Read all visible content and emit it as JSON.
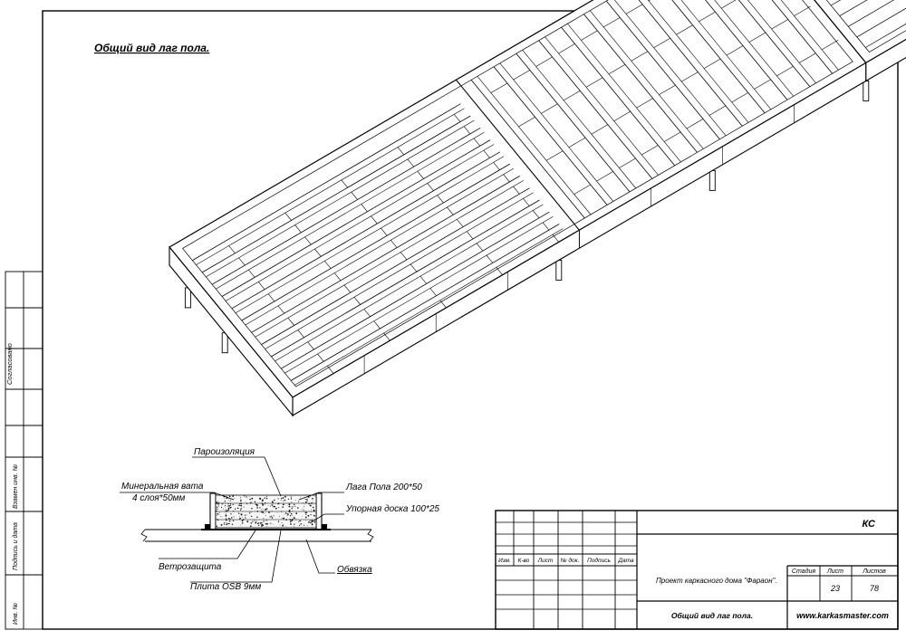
{
  "sheet_title": "Общий вид лаг пола.",
  "detail": {
    "vapor_barrier": "Пароизоляция",
    "mineral_wool": "Минеральная вата",
    "mineral_wool_layers": "4 слоя*50мм",
    "floor_joist": "Лага Пола 200*50",
    "support_board": "Упорная доска 100*25",
    "wind_barrier": "Ветрозащита",
    "osb_board": "Плита OSB 9мм",
    "sill_beam": "Обвязка"
  },
  "side_stamp": {
    "agreed": "Согласовано",
    "replaced_inv": "Взамен инв. №",
    "sign_date": "Подпись и дата",
    "inv_orig": "Инв. №"
  },
  "title_block": {
    "code": "КС",
    "col_izm": "Изм.",
    "col_kvo": "К-во",
    "col_list": "Лист",
    "col_ndok": "№ док.",
    "col_podpis": "Подпись",
    "col_data": "Дата",
    "project": "Проект каркасного дома \"Фараон\".",
    "stage_label": "Стадия",
    "sheet_label": "Лист",
    "sheets_label": "Листов",
    "sheet_no": "23",
    "sheets_total": "78",
    "drawing_name": "Общий вид лаг пола.",
    "website": "www.karkasmaster.com"
  }
}
